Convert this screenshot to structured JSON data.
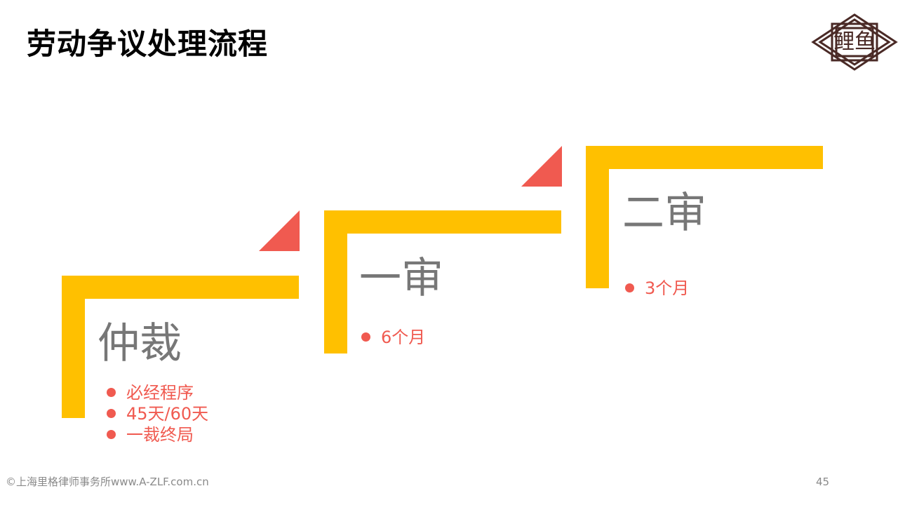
{
  "slide": {
    "title": "劳动争议处理流程",
    "logo_text": "鲤鱼",
    "footer": "©上海里格律师事务所www.A-ZLF.com.cn",
    "page_number": "45"
  },
  "colors": {
    "step_bar": "#ffc000",
    "accent_triangle": "#f05a50",
    "bullet_text": "#f05a50",
    "stage_text": "#777777",
    "logo": "#4a2a26"
  },
  "stages": [
    {
      "name": "仲裁",
      "bullets": [
        "必经程序",
        "45天/60天",
        "一裁终局"
      ]
    },
    {
      "name": "一审",
      "bullets": [
        "6个月"
      ]
    },
    {
      "name": "二审",
      "bullets": [
        "3个月"
      ]
    }
  ]
}
